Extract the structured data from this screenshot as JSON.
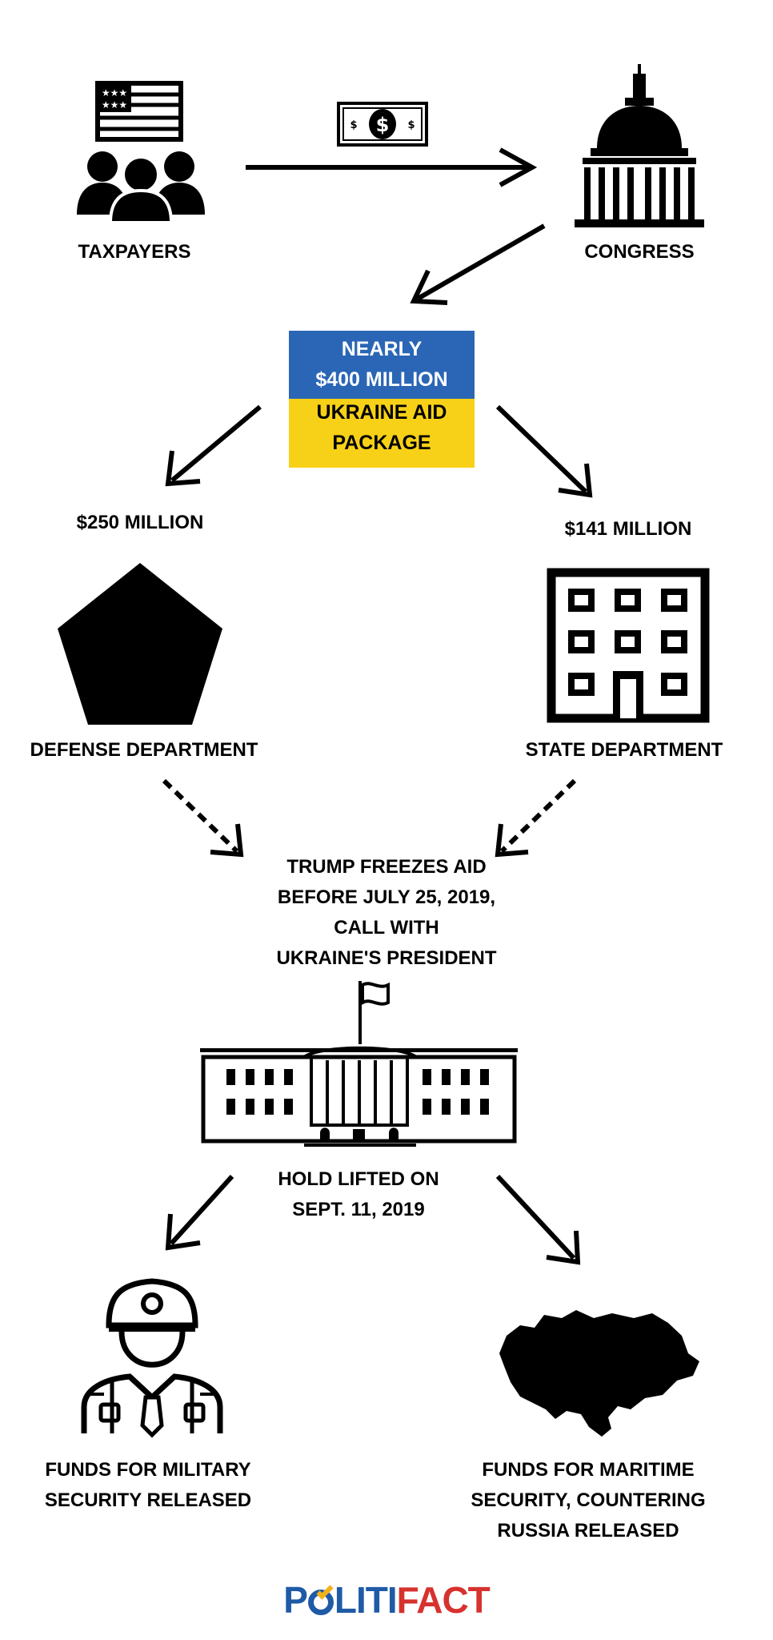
{
  "nodes": {
    "taxpayers": "TAXPAYERS",
    "congress": "CONGRESS",
    "aid_package": [
      "NEARLY",
      "$400 MILLION",
      "UKRAINE AID",
      "PACKAGE"
    ],
    "defense_amount": "$250 MILLION",
    "state_amount": "$141 MILLION",
    "defense": "DEFENSE DEPARTMENT",
    "state": "STATE DEPARTMENT",
    "freeze": [
      "TRUMP FREEZES AID",
      "BEFORE JULY 25, 2019,",
      "CALL WITH",
      "UKRAINE'S PRESIDENT"
    ],
    "lifted": [
      "HOLD LIFTED ON",
      "SEPT. 11, 2019"
    ],
    "military": [
      "FUNDS FOR MILITARY",
      "SECURITY RELEASED"
    ],
    "maritime": [
      "FUNDS FOR MARITIME",
      "SECURITY, COUNTERING",
      "RUSSIA RELEASED"
    ]
  },
  "logo": {
    "part1": "P",
    "part2": "LITI",
    "part3": "FACT"
  },
  "colors": {
    "box_top": "#2a66b5",
    "box_bottom": "#f7d117",
    "box_top_text": "#ffffff",
    "logo_blue": "#1f5aa6",
    "logo_red": "#d6322e",
    "logo_yellow": "#f2b31a"
  },
  "icons": [
    "taxpayers-flag-people-icon",
    "money-bill-icon",
    "capitol-dome-icon",
    "pentagon-icon",
    "office-building-icon",
    "white-house-icon",
    "military-officer-icon",
    "ukraine-map-icon"
  ]
}
